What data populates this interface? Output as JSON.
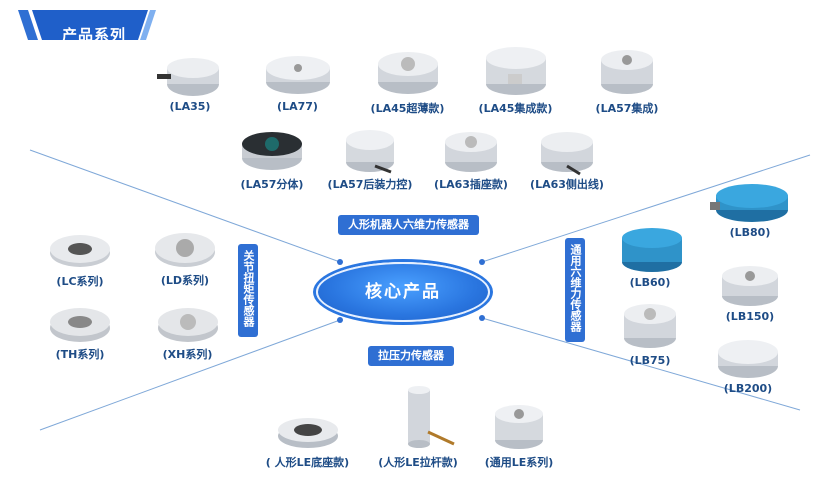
{
  "header": {
    "title": "产品系列"
  },
  "core": {
    "label": "核心产品"
  },
  "categories": {
    "humanoid": "人形机器人六维力传感器",
    "general_6axis": "通用六维力传感器",
    "joint_torque": "关节扭矩传感器",
    "tension": "拉压力传感器"
  },
  "products": {
    "la35": "(LA35)",
    "la77": "(LA77)",
    "la45_thin": "(LA45超薄款)",
    "la45_int": "(LA45集成款)",
    "la57_int": "(LA57集成)",
    "la57_split": "(LA57分体)",
    "la57_rear": "(LA57后装力控)",
    "la63_socket": "(LA63插座款)",
    "la63_side": "(LA63侧出线)",
    "lc": "(LC系列)",
    "ld": "(LD系列)",
    "th": "(TH系列)",
    "xh": "(XH系列)",
    "lb80": "(LB80)",
    "lb60": "(LB60)",
    "lb150": "(LB150)",
    "lb75": "(LB75)",
    "lb200": "(LB200)",
    "le_base": "( 人形LE底座款)",
    "le_rod": "(人形LE拉杆款)",
    "le_general": "(通用LE系列)"
  },
  "colors": {
    "accent": "#2f6fd3",
    "label": "#1e4c86",
    "line": "#7fa8d8"
  }
}
